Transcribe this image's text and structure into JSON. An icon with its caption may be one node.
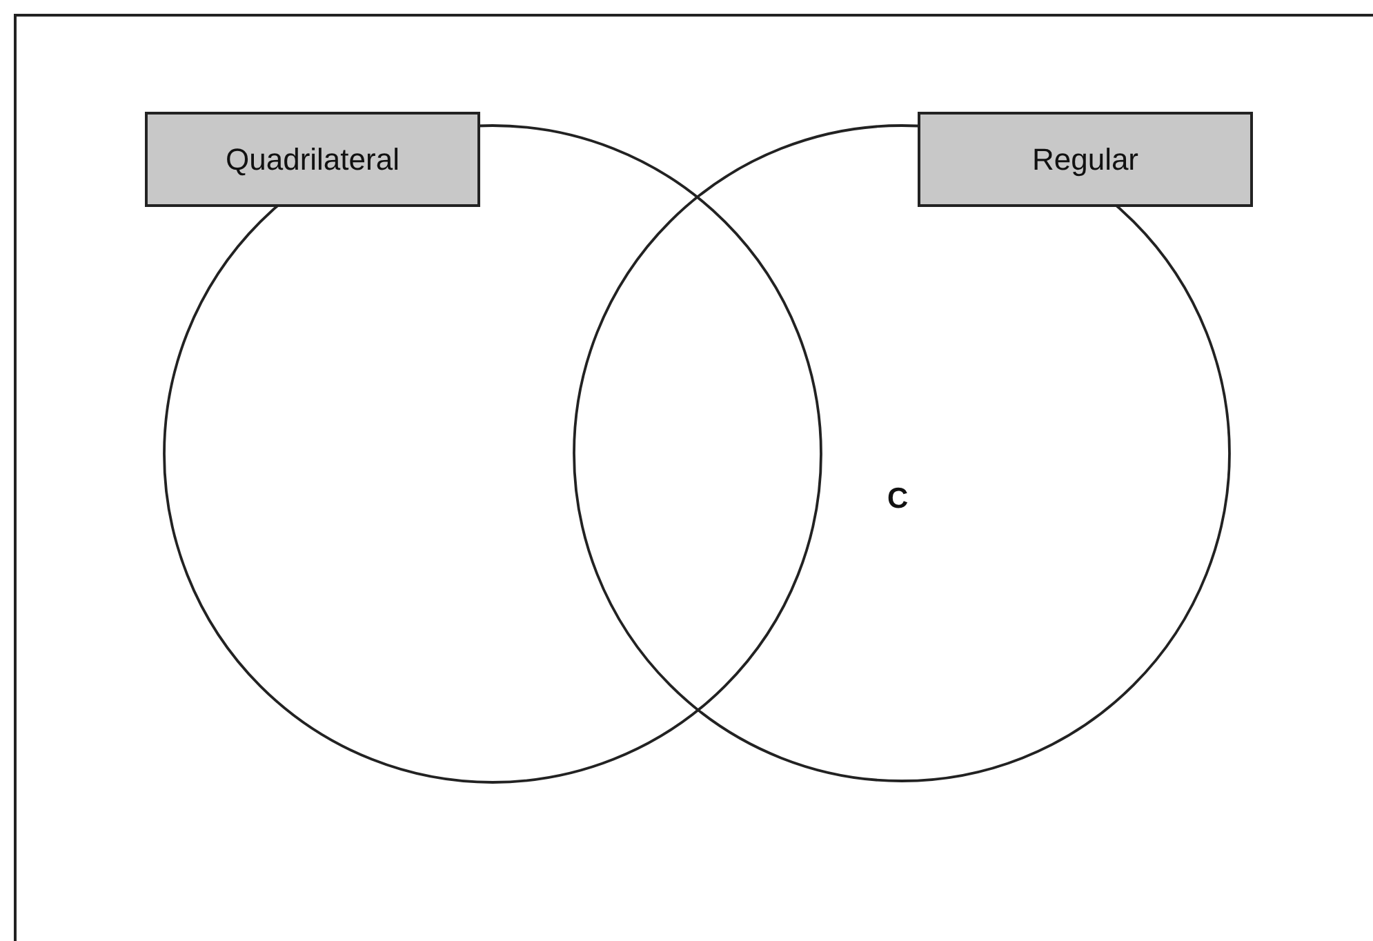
{
  "diagram": {
    "nodes": [
      {
        "text": [],
        "shape": "circle"
      },
      {
        "text": [],
        "shape": "circle"
      },
      {
        "text": [
          "Quadrilateral"
        ]
      },
      {
        "text": [
          "Regular"
        ]
      }
    ],
    "labels": [
      "C"
    ]
  }
}
